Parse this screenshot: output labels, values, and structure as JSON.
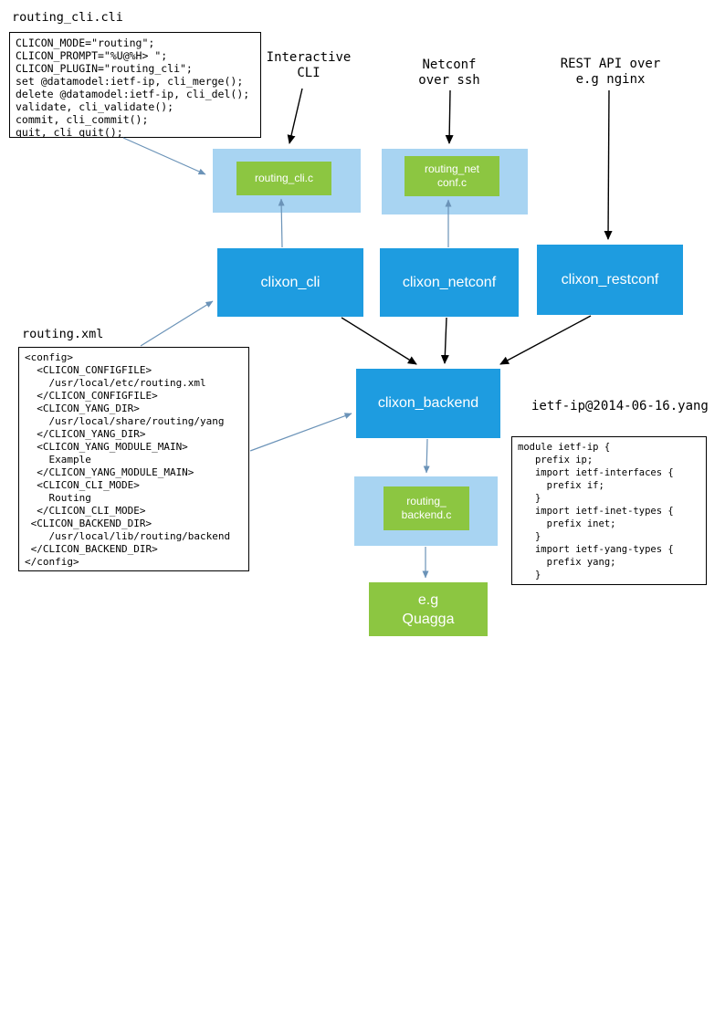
{
  "colors": {
    "box_blue": "#1e9ce0",
    "box_light_blue": "#a8d4f2",
    "box_green": "#8cc641",
    "arrow_blue": "#6b93b8",
    "arrow_black": "#000000"
  },
  "labels": {
    "cli_file": "routing_cli.cli",
    "xml_file": "routing.xml",
    "yang_file": "ietf-ip@2014-06-16.yang",
    "interactive_cli": "Interactive\nCLI",
    "netconf_over_ssh": "Netconf\nover ssh",
    "rest_api": "REST API over\ne.g nginx"
  },
  "code": {
    "routing_cli_cli": "CLICON_MODE=\"routing\";\nCLICON_PROMPT=\"%U@%H> \";\nCLICON_PLUGIN=\"routing_cli\";\nset @datamodel:ietf-ip, cli_merge();\ndelete @datamodel:ietf-ip, cli_del();\nvalidate, cli_validate();\ncommit, cli_commit();\nquit, cli_quit();",
    "routing_xml": "<config>\n  <CLICON_CONFIGFILE>\n    /usr/local/etc/routing.xml\n  </CLICON_CONFIGFILE>\n  <CLICON_YANG_DIR>\n    /usr/local/share/routing/yang\n  </CLICON_YANG_DIR>\n  <CLICON_YANG_MODULE_MAIN>\n    Example\n  </CLICON_YANG_MODULE_MAIN>\n  <CLICON_CLI_MODE>\n    Routing\n  </CLICON_CLI_MODE>\n <CLICON_BACKEND_DIR>\n    /usr/local/lib/routing/backend\n </CLICON_BACKEND_DIR>\n</config>",
    "ietf_ip_yang": "module ietf-ip {\n   prefix ip;\n   import ietf-interfaces {\n     prefix if;\n   }\n   import ietf-inet-types {\n     prefix inet;\n   }\n   import ietf-yang-types {\n     prefix yang;\n   }"
  },
  "nodes": {
    "routing_cli_c": "routing_cli.c",
    "routing_netconf_c": "routing_net\nconf.c",
    "routing_backend_c": "routing_\nbackend.c",
    "clixon_cli": "clixon_cli",
    "clixon_netconf": "clixon_netconf",
    "clixon_restconf": "clixon_restconf",
    "clixon_backend": "clixon_backend",
    "quagga": "e.g\nQuagga"
  }
}
